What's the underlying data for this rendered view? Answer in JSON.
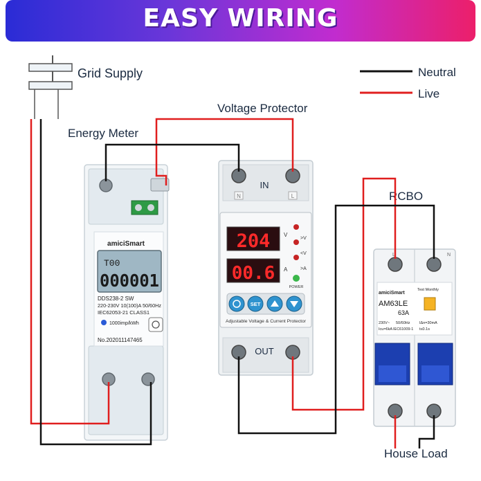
{
  "banner": {
    "title": "EASY WIRING"
  },
  "legend": {
    "neutral": "Neutral",
    "live": "Live",
    "neutral_color": "#111111",
    "live_color": "#e01e1e"
  },
  "labels": {
    "grid_supply": "Grid Supply",
    "voltage_protector": "Voltage Protector",
    "energy_meter": "Energy Meter",
    "rcbo": "RCBO",
    "house_load": "House Load",
    "in": "IN",
    "out": "OUT"
  },
  "meter": {
    "brand": "amiciSmart",
    "display_top": "T00",
    "display_value": "000001",
    "model": "DDS238-2  SW",
    "rating": "220-230V  10(100)A 50/60Hz",
    "standard": "IEC62053-21   CLASS1",
    "impulse": "1000imp/kWh",
    "serial": "No.202011147465"
  },
  "protector": {
    "voltage_reading": "204",
    "voltage_unit": "V",
    "current_reading": "00.6",
    "current_unit": "A",
    "ind_1": ">V",
    "ind_2": "<V",
    "ind_3": ">A",
    "power": "POWER",
    "btn_set": "SET",
    "caption": "Adjustable Voltage & Current Protector",
    "n_mark": "N",
    "l_mark": "L"
  },
  "rcbo": {
    "brand": "amiciSmart",
    "model": "AM63LE",
    "test": "Test Monthly",
    "rating": "63A",
    "spec_1": "230V~",
    "spec_2": "50/60Hz",
    "spec_3": "Icu=6kA",
    "spec_4": "IEC61009-1",
    "spec_5": "IΔn=30mA",
    "spec_6": "t≤0.1s",
    "l_mark": "L",
    "n_mark": "N"
  }
}
